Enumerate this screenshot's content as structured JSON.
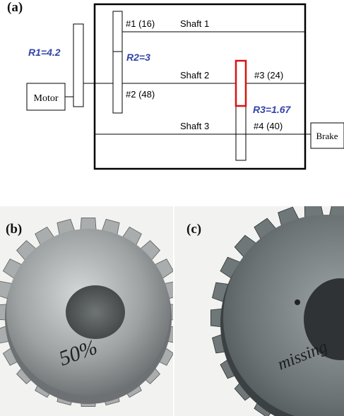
{
  "figure": {
    "panel_a_label": "(a)",
    "panel_b_label": "(b)",
    "panel_c_label": "(c)"
  },
  "diagram": {
    "motor": "Motor",
    "brake": "Brake",
    "shaft1": "Shaft 1",
    "shaft2": "Shaft 2",
    "shaft3": "Shaft 3",
    "gear1": "#1 (16)",
    "gear2": "#2 (48)",
    "gear3": "#3 (24)",
    "gear4": "#4 (40)",
    "r1": "R1=4.2",
    "r2": "R2=3",
    "r3": "R3=1.67",
    "ratio_color": "#3344aa",
    "highlight_color": "#dd1111"
  },
  "photos": {
    "gear_b_marking": "50%",
    "gear_c_marking": "missing"
  }
}
